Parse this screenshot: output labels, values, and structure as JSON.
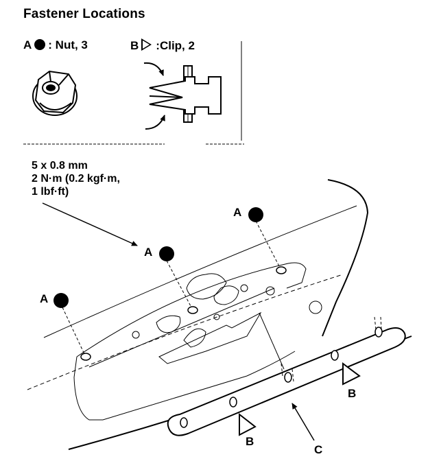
{
  "title": "Fastener Locations",
  "legend": [
    {
      "letter": "A",
      "symbol": "filled-circle",
      "text": ": Nut, 3"
    },
    {
      "letter": "B",
      "symbol": "hollow-triangle",
      "text": ":Clip, 2"
    }
  ],
  "spec": {
    "line1": "5 x 0.8 mm",
    "line2": "2 N·m (0.2 kgf·m,",
    "line3": "1 lbf·ft)"
  },
  "callouts": {
    "nut": "A",
    "clip": "B",
    "garnish": "C"
  },
  "colors": {
    "ink": "#000000",
    "paper": "#ffffff"
  }
}
